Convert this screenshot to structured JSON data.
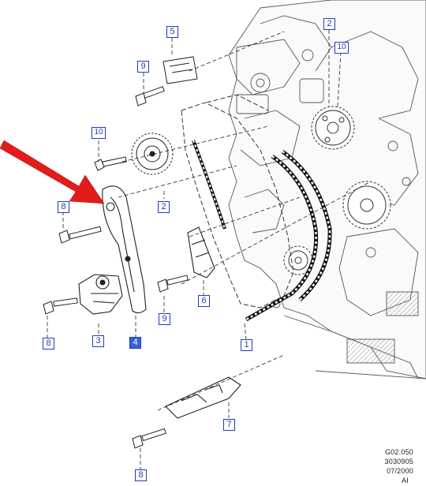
{
  "callouts": {
    "c5": "5",
    "c9a": "9",
    "c2a": "2",
    "c10a": "10",
    "c10b": "10",
    "c2b": "2",
    "c8a": "8",
    "c3": "3",
    "c4": "4",
    "c6": "6",
    "c9b": "9",
    "c8b": "8",
    "c1": "1",
    "c7": "7",
    "c8c": "8"
  },
  "drawing_info": {
    "code": "G02.050",
    "number": "3030905",
    "date": "07/2000",
    "suffix": "AI"
  },
  "colors": {
    "arrow": "#e21b1b",
    "callout_border": "#1f3fb3",
    "callout_filled": "#3a5fd9",
    "line": "#222222",
    "engine": "#555555"
  }
}
